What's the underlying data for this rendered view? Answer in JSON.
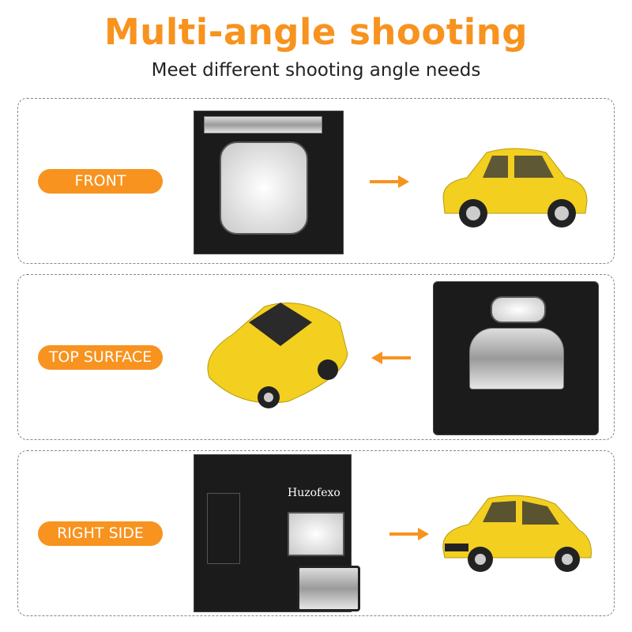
{
  "header": {
    "title": "Multi-angle shooting",
    "subtitle": "Meet different shooting angle needs"
  },
  "panels": [
    {
      "label": "FRONT",
      "arrow": "right-arrow"
    },
    {
      "label": "TOP SURFACE",
      "arrow": "left-arrow"
    },
    {
      "label": "RIGHT SIDE",
      "arrow": "right-arrow"
    }
  ],
  "brand": "Huzofexo",
  "colors": {
    "accent": "#f7931e",
    "car": "#f3cf1f",
    "tent": "#1b1b1b"
  }
}
